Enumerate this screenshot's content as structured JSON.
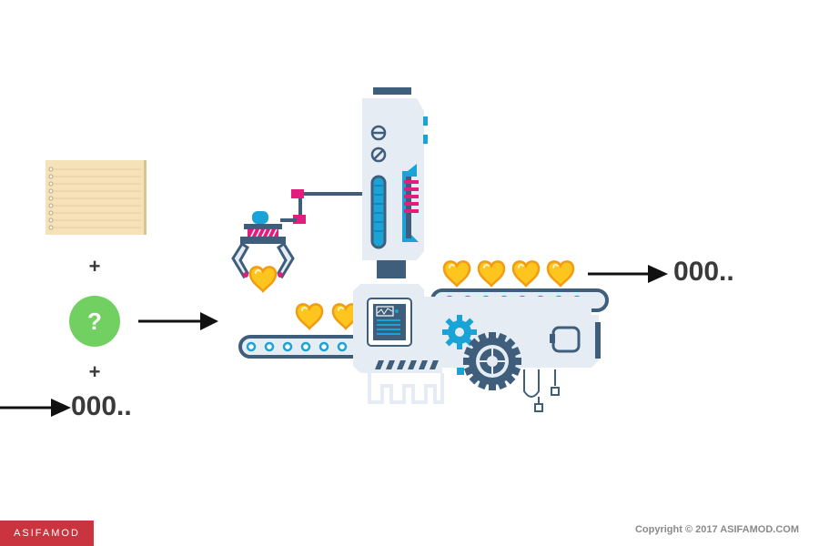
{
  "labels": {
    "plus_top": "+",
    "question_mark": "?",
    "plus_bottom": "+",
    "output_value": "000..",
    "input_value": "000.."
  },
  "footer": {
    "brand": "ASIFAMOD",
    "copyright": "Copyright  ©  2017 ASIFAMOD.COM"
  },
  "colors": {
    "notepad": "#f6e2b8",
    "question_circle": "#72d063",
    "machine_body": "#e6ecf3",
    "machine_dark": "#3f5e7c",
    "accent_blue": "#1aa3d6",
    "accent_pink": "#e21d7d",
    "heart_fill": "#ffc51f",
    "heart_stroke": "#f39c12",
    "brand": "#c9343f"
  },
  "icons": [
    "notepad-icon",
    "heart-icon",
    "gear-icon",
    "robot-claw-icon",
    "arrow-right-icon"
  ]
}
